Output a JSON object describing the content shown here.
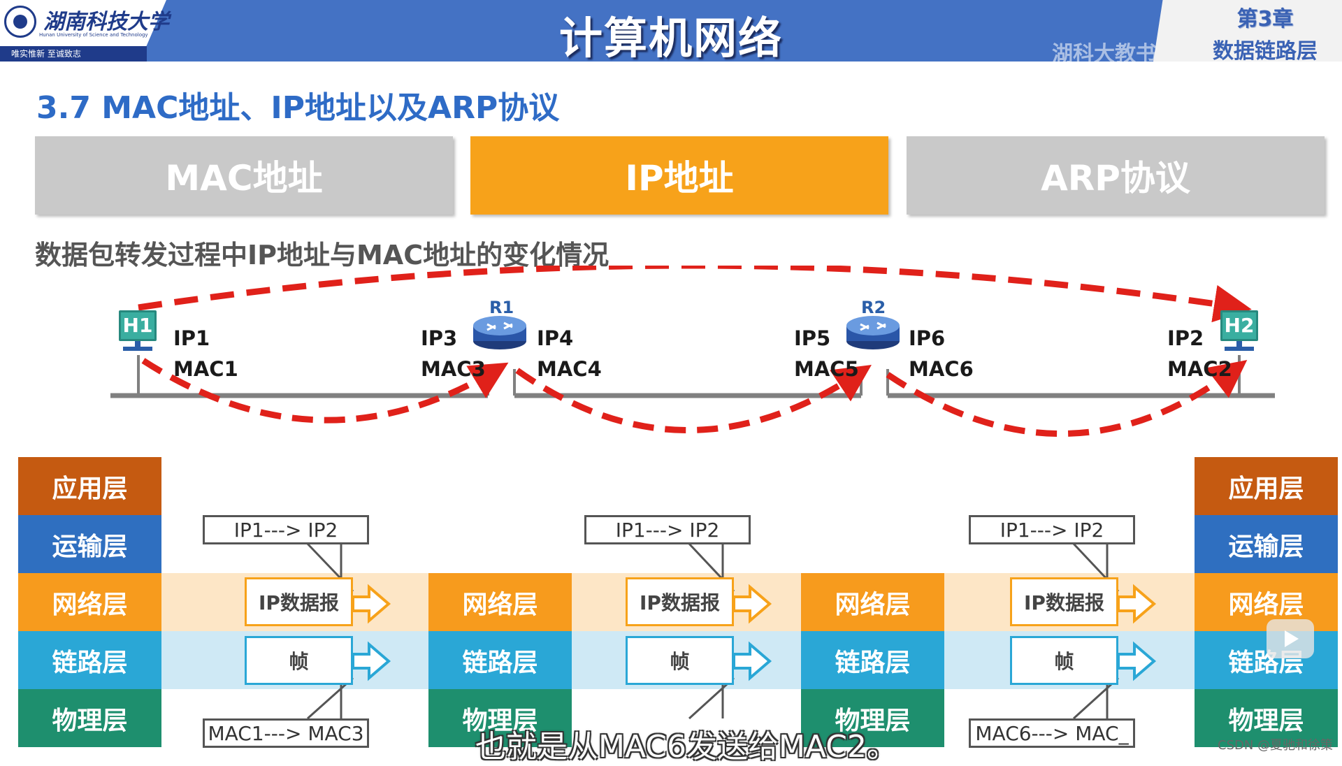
{
  "header": {
    "school_cn": "湖南科技大学",
    "school_en": "Hunan University of Science and Technology",
    "motto": "唯实惟新   至诚致志",
    "title": "计算机网络",
    "chapter_num": "第3章",
    "chapter_name": "数据链路层",
    "watermark": "湖科大教书"
  },
  "section_heading": "3.7 MAC地址、IP地址以及ARP协议",
  "tabs": [
    {
      "label": "MAC地址",
      "active": false
    },
    {
      "label": "IP地址",
      "active": true
    },
    {
      "label": "ARP协议",
      "active": false
    }
  ],
  "subheading": "数据包转发过程中IP地址与MAC地址的变化情况",
  "topology": {
    "hosts": [
      "H1",
      "H2"
    ],
    "routers": [
      "R1",
      "R2"
    ],
    "addresses": {
      "h1": {
        "ip": "IP1",
        "mac": "MAC1"
      },
      "r1_left": {
        "ip": "IP3",
        "mac": "MAC3"
      },
      "r1_right": {
        "ip": "IP4",
        "mac": "MAC4"
      },
      "r2_left": {
        "ip": "IP5",
        "mac": "MAC5"
      },
      "r2_right": {
        "ip": "IP6",
        "mac": "MAC6"
      },
      "h2": {
        "ip": "IP2",
        "mac": "MAC2"
      }
    }
  },
  "layers": {
    "app": "应用层",
    "transport": "运输层",
    "network": "网络层",
    "link": "链路层",
    "physical": "物理层"
  },
  "packets": {
    "ip_label": "IP数据报",
    "frame_label": "帧",
    "ip_callouts": [
      "IP1---> IP2",
      "IP1---> IP2",
      "IP1---> IP2"
    ],
    "mac_callouts": [
      "MAC1---> MAC3",
      "MAC6---> MAC_"
    ]
  },
  "subtitle": "也就是从MAC6发送给MAC2。",
  "credit": "CSDN @夏驰和徐策",
  "colors": {
    "header_blue": "#4472c4",
    "tab_active": "#f7a21a",
    "tab_inactive": "#c9c9c9",
    "arrow_red": "#e0211a"
  }
}
